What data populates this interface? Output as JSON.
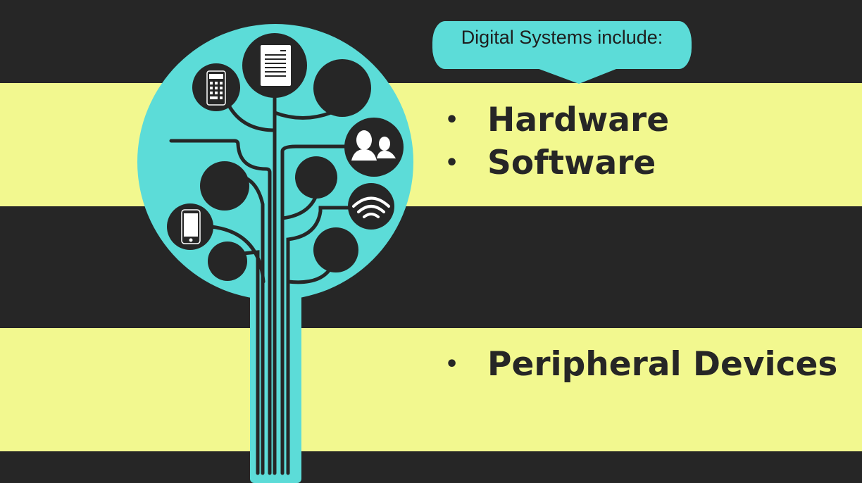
{
  "callout": {
    "text": "Digital Systems include:"
  },
  "bullets": [
    {
      "label": "Hardware"
    },
    {
      "label": "Software"
    },
    {
      "label": "Peripheral Devices"
    }
  ],
  "bullet_char": "•",
  "colors": {
    "dark": "#262626",
    "yellow": "#f2f88f",
    "teal": "#5cdcd8"
  },
  "icons": [
    "document-icon",
    "calculator-icon",
    "users-icon",
    "wifi-icon",
    "smartphone-icon"
  ]
}
